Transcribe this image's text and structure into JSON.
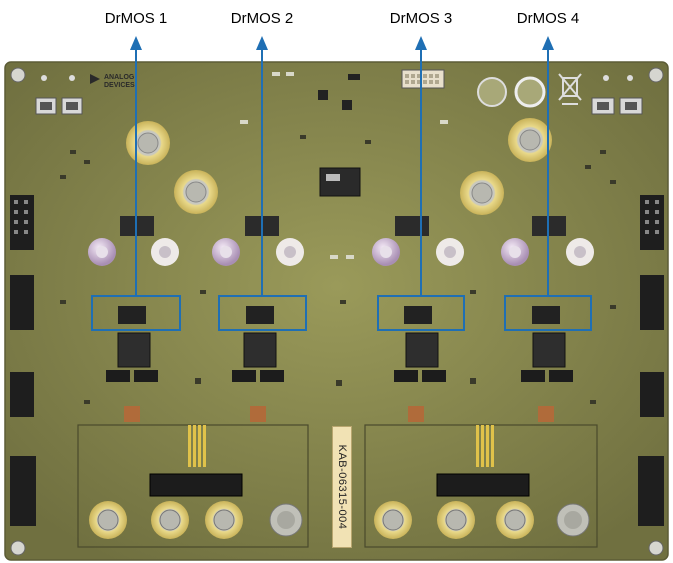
{
  "labels": [
    {
      "text": "DrMOS 1"
    },
    {
      "text": "DrMOS 2"
    },
    {
      "text": "DrMOS 3"
    },
    {
      "text": "DrMOS 4"
    }
  ],
  "sticker_text": "KAB-06315-004",
  "logo": {
    "line1": "ANALOG",
    "line2": "DEVICES"
  },
  "colors": {
    "board": "#8a8a4e",
    "annotation": "#1f6fb4",
    "gold": "#d9c470"
  }
}
